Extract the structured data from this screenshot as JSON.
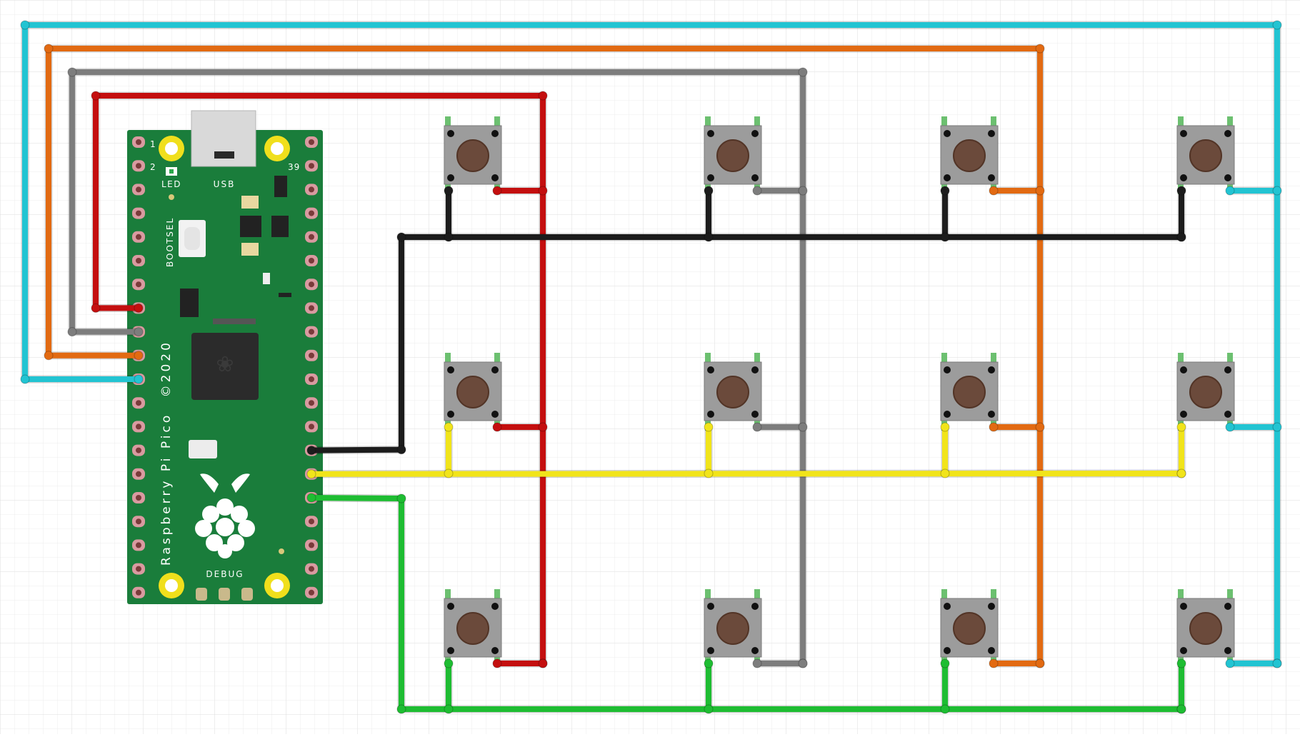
{
  "canvas": {
    "grid": true
  },
  "pico": {
    "board_name": "Raspberry Pi Pico",
    "year": "©2020",
    "led_label": "LED",
    "usb_label": "USB",
    "bootsel_label": "BOOTSEL",
    "debug_label": "DEBUG",
    "pin_1": "1",
    "pin_2": "2",
    "pin_39": "39"
  },
  "colors": {
    "red": "#c40f0f",
    "gray": "#7d7d7d",
    "orange": "#e26a12",
    "cyan": "#22c4d2",
    "black": "#1c1c1c",
    "yellow": "#f1e41a",
    "green": "#1ebd32",
    "board": "#1a7d3b"
  },
  "buttons": {
    "rows": 3,
    "cols": 4
  }
}
